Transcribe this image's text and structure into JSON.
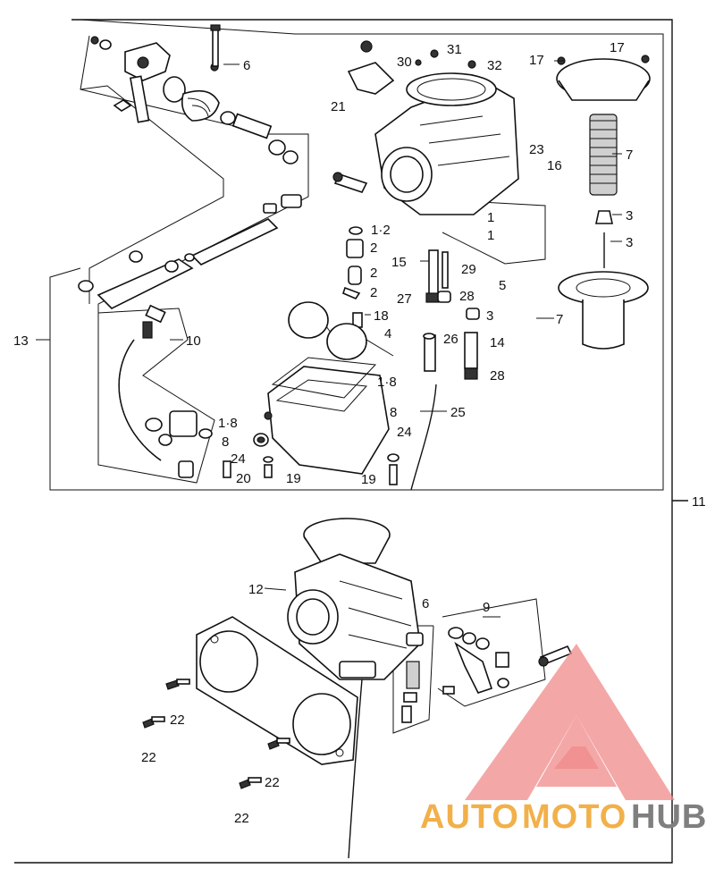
{
  "callouts": [
    {
      "id": "c6a",
      "label": "6"
    },
    {
      "id": "c30",
      "label": "30"
    },
    {
      "id": "c31",
      "label": "31"
    },
    {
      "id": "c32",
      "label": "32"
    },
    {
      "id": "c17a",
      "label": "17"
    },
    {
      "id": "c17b",
      "label": "17"
    },
    {
      "id": "c21",
      "label": "21"
    },
    {
      "id": "c7a",
      "label": "7"
    },
    {
      "id": "c23",
      "label": "23"
    },
    {
      "id": "c16",
      "label": "16"
    },
    {
      "id": "c3a",
      "label": "3"
    },
    {
      "id": "c3b",
      "label": "3"
    },
    {
      "id": "c1a",
      "label": "1"
    },
    {
      "id": "c1b",
      "label": "1"
    },
    {
      "id": "c12a",
      "label": "1·2"
    },
    {
      "id": "c2a",
      "label": "2"
    },
    {
      "id": "c2b",
      "label": "2"
    },
    {
      "id": "c2c",
      "label": "2"
    },
    {
      "id": "c15",
      "label": "15"
    },
    {
      "id": "c29",
      "label": "29"
    },
    {
      "id": "c27",
      "label": "27"
    },
    {
      "id": "c28a",
      "label": "28"
    },
    {
      "id": "c5",
      "label": "5"
    },
    {
      "id": "c18",
      "label": "18"
    },
    {
      "id": "c3c",
      "label": "3"
    },
    {
      "id": "c7b",
      "label": "7"
    },
    {
      "id": "c13",
      "label": "13"
    },
    {
      "id": "c10",
      "label": "10"
    },
    {
      "id": "c4",
      "label": "4"
    },
    {
      "id": "c26",
      "label": "26"
    },
    {
      "id": "c14",
      "label": "14"
    },
    {
      "id": "c28b",
      "label": "28"
    },
    {
      "id": "c18b",
      "label": "1·8"
    },
    {
      "id": "c8a",
      "label": "8"
    },
    {
      "id": "c25",
      "label": "25"
    },
    {
      "id": "c18c",
      "label": "1·8"
    },
    {
      "id": "c8b",
      "label": "8"
    },
    {
      "id": "c24a",
      "label": "24"
    },
    {
      "id": "c24b",
      "label": "24"
    },
    {
      "id": "c20",
      "label": "20"
    },
    {
      "id": "c19a",
      "label": "19"
    },
    {
      "id": "c19b",
      "label": "19"
    },
    {
      "id": "c11",
      "label": "11"
    },
    {
      "id": "c12",
      "label": "12"
    },
    {
      "id": "c6b",
      "label": "6"
    },
    {
      "id": "c9",
      "label": "9"
    },
    {
      "id": "c22a",
      "label": "22"
    },
    {
      "id": "c22b",
      "label": "22"
    },
    {
      "id": "c22c",
      "label": "22"
    },
    {
      "id": "c22d",
      "label": "22"
    }
  ],
  "watermark": {
    "part1": "AUTO",
    "part2": "MOTO",
    "part3": "HUB",
    "color_auto": "#f2b04a",
    "color_moto": "#f2b04a",
    "color_hub": "#7f7f7f",
    "color_logo": "#f08a8a"
  }
}
